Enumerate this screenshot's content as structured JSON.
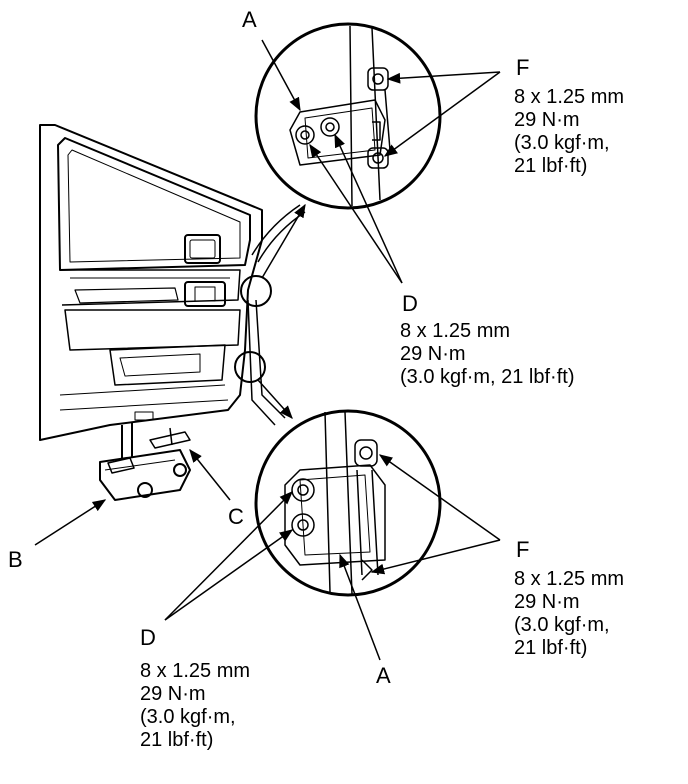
{
  "labels": {
    "a_top": "A",
    "a_bottom": "A",
    "b": "B",
    "c": "C",
    "d_middle": "D",
    "d_bottom": "D",
    "f_top": "F",
    "f_bottom": "F"
  },
  "specs": {
    "f_top": [
      "8 x 1.25 mm",
      "29 N·m",
      "(3.0 kgf·m,",
      "21 lbf·ft)"
    ],
    "d_middle": [
      "8 x 1.25 mm",
      "29 N·m",
      "(3.0 kgf·m, 21 lbf·ft)"
    ],
    "f_bottom": [
      "8 x 1.25 mm",
      "29 N·m",
      "(3.0 kgf·m,",
      "21 lbf·ft)"
    ],
    "d_bottom": [
      "8 x 1.25 mm",
      "29 N·m",
      "(3.0 kgf·m,",
      "21 lbf·ft)"
    ]
  },
  "colors": {
    "ink": "#000000",
    "paper": "#ffffff"
  }
}
